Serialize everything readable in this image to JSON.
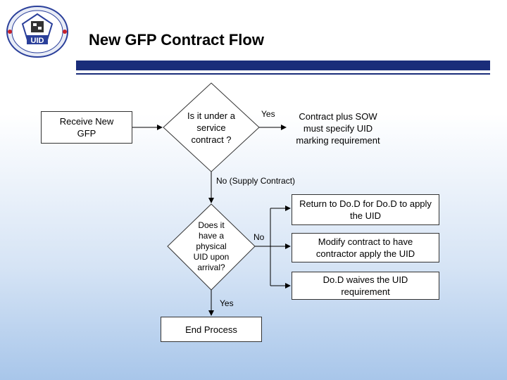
{
  "header": {
    "title": "New GFP Contract Flow",
    "logo_text": "UID",
    "colors": {
      "rule": "#1a2d7a",
      "logo_blue": "#2a3f9a",
      "logo_red": "#c8202a"
    }
  },
  "flow": {
    "receive": "Receive New GFP",
    "decision1": "Is it under a service contract ?",
    "yes1": "Yes",
    "sow": "Contract plus SOW must specify UID marking requirement",
    "no1": "No (Supply Contract)",
    "decision2": "Does it have a physical UID upon arrival?",
    "no2": "No",
    "yes2": "Yes",
    "end": "End Process",
    "option1": "Return to Do.D for Do.D to apply the UID",
    "option2": "Modify contract to have contractor apply the UID",
    "option3": "Do.D waives the UID requirement"
  }
}
